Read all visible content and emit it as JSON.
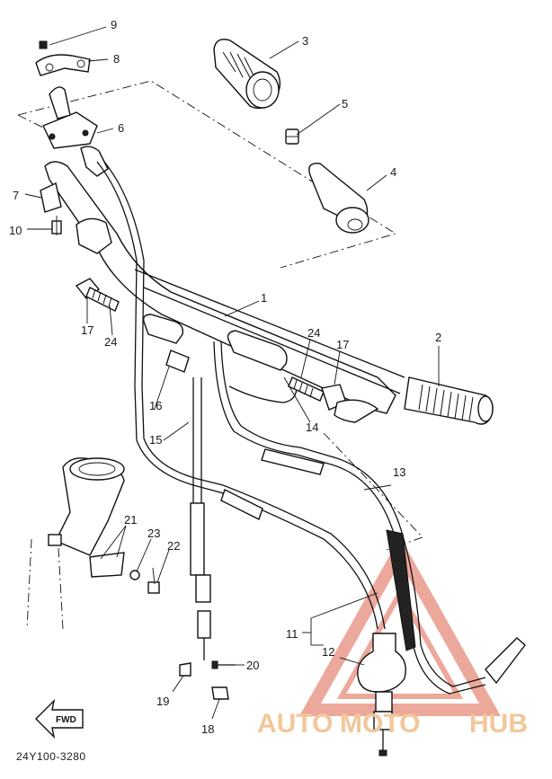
{
  "callouts": {
    "c1": "1",
    "c2": "2",
    "c3": "3",
    "c4": "4",
    "c5": "5",
    "c6": "6",
    "c7": "7",
    "c8": "8",
    "c9": "9",
    "c10": "10",
    "c11": "11",
    "c12": "12",
    "c13": "13",
    "c14": "14",
    "c15": "15",
    "c16": "16",
    "c17a": "17",
    "c17b": "17",
    "c18": "18",
    "c19": "19",
    "c20": "20",
    "c21": "21",
    "c22": "22",
    "c23": "23",
    "c24a": "24",
    "c24b": "24"
  },
  "part_code": "24Y100-3280",
  "fwd_label": "FWD",
  "watermark": {
    "text_a": "AUTO",
    "text_b": "MOTO",
    "text_c": "HUB",
    "color": "#e89a8a",
    "accent": "#f2c79a"
  }
}
